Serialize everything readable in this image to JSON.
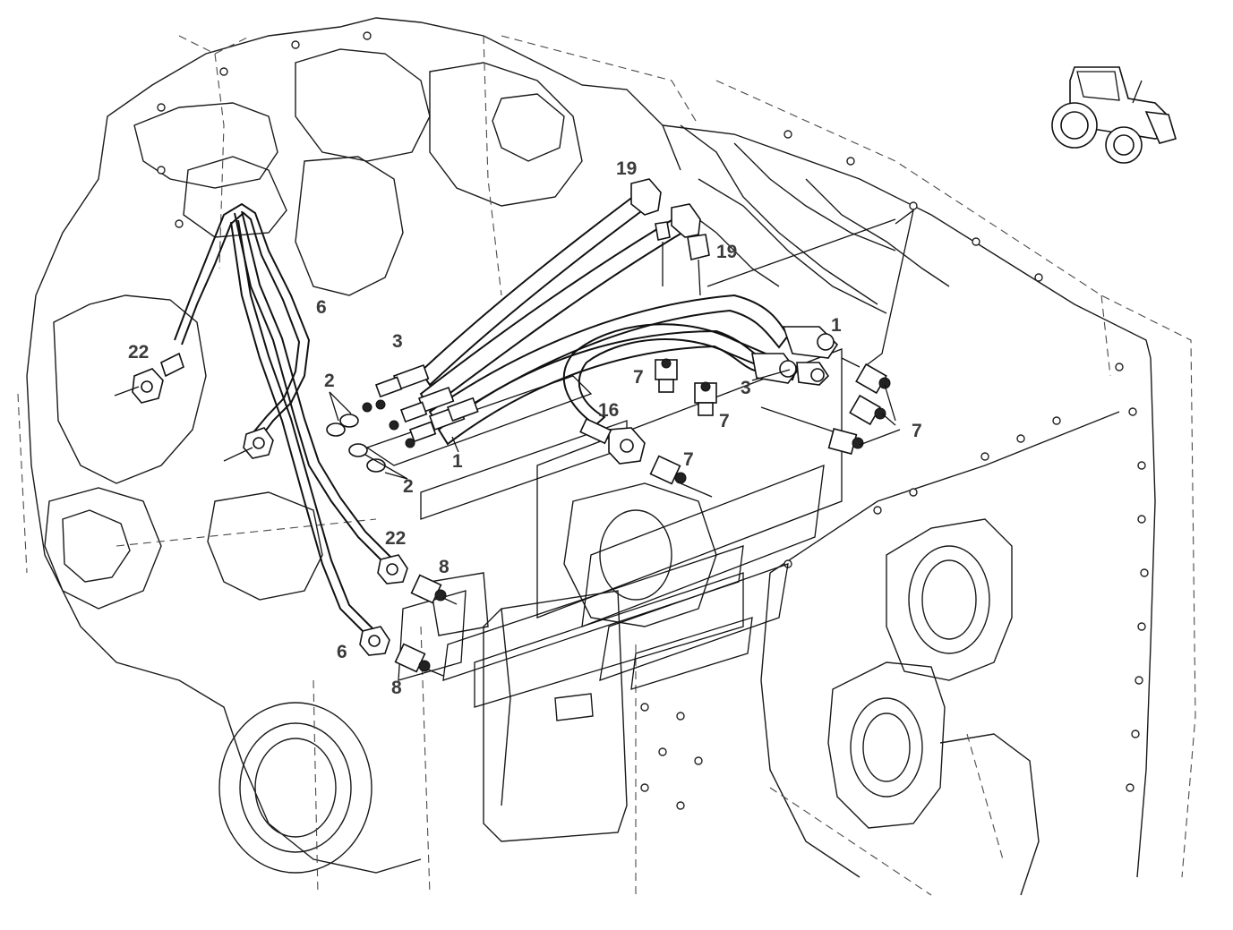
{
  "diagram": {
    "callouts": [
      {
        "id": "c19a",
        "text": "19"
      },
      {
        "id": "c19b",
        "text": "19"
      },
      {
        "id": "c6a",
        "text": "6"
      },
      {
        "id": "c22a",
        "text": "22"
      },
      {
        "id": "c3a",
        "text": "3"
      },
      {
        "id": "c2a",
        "text": "2"
      },
      {
        "id": "c1a",
        "text": "1"
      },
      {
        "id": "c2b",
        "text": "2"
      },
      {
        "id": "c1b",
        "text": "1"
      },
      {
        "id": "c7a",
        "text": "7"
      },
      {
        "id": "c3b",
        "text": "3"
      },
      {
        "id": "c7b",
        "text": "7"
      },
      {
        "id": "c16",
        "text": "16"
      },
      {
        "id": "c7c",
        "text": "7"
      },
      {
        "id": "c7d",
        "text": "7"
      },
      {
        "id": "c22b",
        "text": "22"
      },
      {
        "id": "c8a",
        "text": "8"
      },
      {
        "id": "c6b",
        "text": "6"
      },
      {
        "id": "c8b",
        "text": "8"
      }
    ],
    "thumbnail_icon": "tractor-icon",
    "colors": {
      "line": "#111111",
      "label": "#3b3b3b",
      "background": "#ffffff"
    }
  }
}
